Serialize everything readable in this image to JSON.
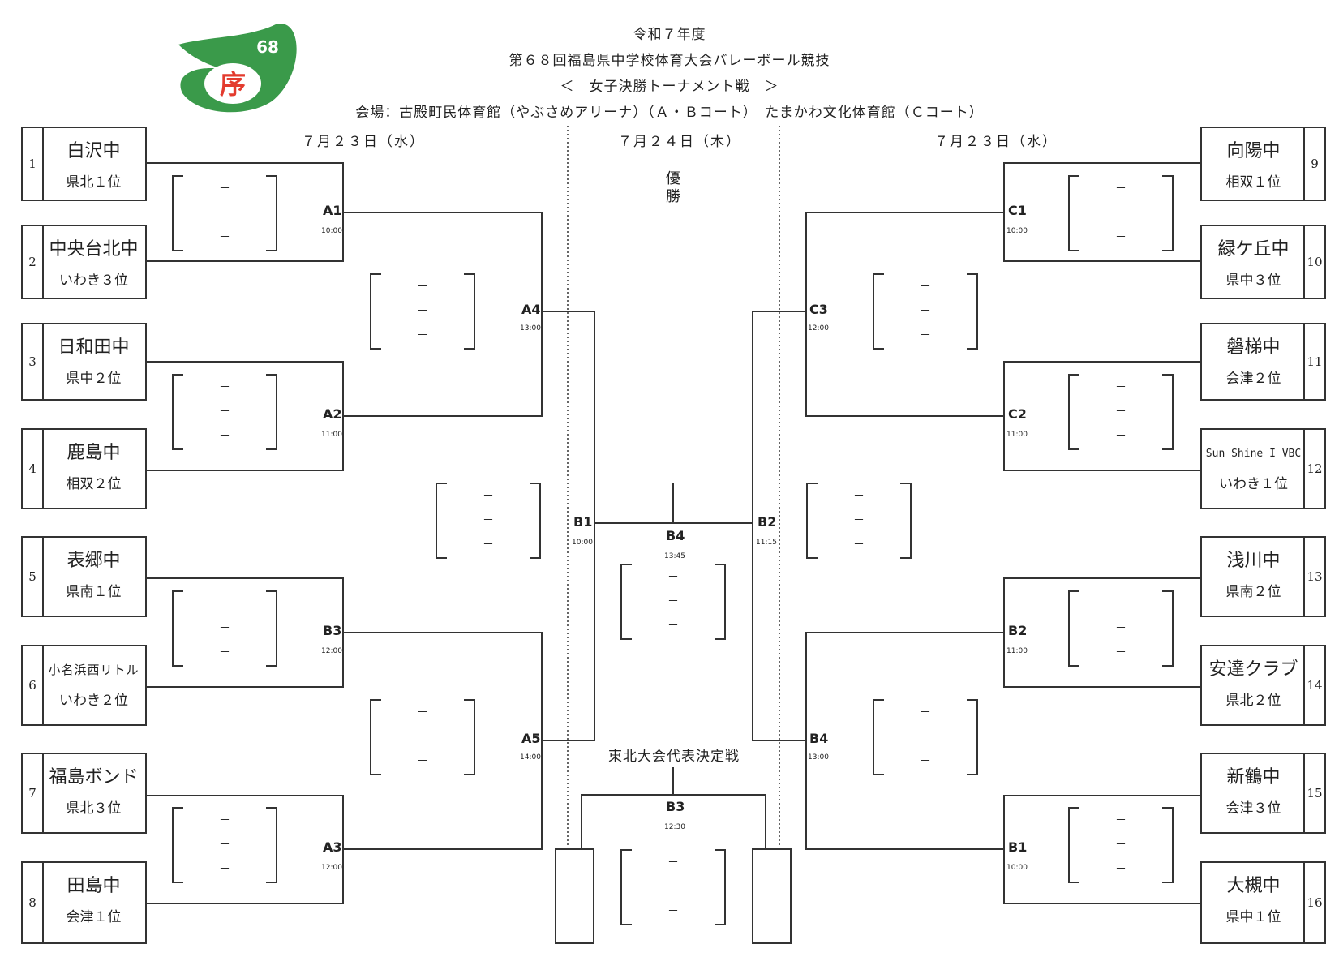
{
  "header": {
    "year": "令和７年度",
    "event": "第６８回福島県中学校体育大会バレーボール競技",
    "subtitle": "＜　女子決勝トーナメント戦　＞",
    "venue": "会場：古殿町民体育館（やぶさめアリーナ）（Ａ・Ｂコート）　たまかわ文化体育館（Ｃコート）"
  },
  "logo": {
    "number": "68",
    "symbol": "序",
    "colors": {
      "green": "#3a9a4a",
      "red": "#e33b2e"
    }
  },
  "dates": {
    "left": "７月２３日（水）",
    "center": "７月２４日（木）",
    "right": "７月２３日（水）"
  },
  "champion_label": "優\n勝",
  "third_label": "東北大会代表決定戦",
  "score_dash": "－",
  "teams_left": [
    {
      "num": "1",
      "name": "白沢中",
      "region": "県北１位"
    },
    {
      "num": "2",
      "name": "中央台北中",
      "region": "いわき３位"
    },
    {
      "num": "3",
      "name": "日和田中",
      "region": "県中２位"
    },
    {
      "num": "4",
      "name": "鹿島中",
      "region": "相双２位"
    },
    {
      "num": "5",
      "name": "表郷中",
      "region": "県南１位"
    },
    {
      "num": "6",
      "name": "小名浜西リトル",
      "region": "いわき２位"
    },
    {
      "num": "7",
      "name": "福島ボンド",
      "region": "県北３位"
    },
    {
      "num": "8",
      "name": "田島中",
      "region": "会津１位"
    }
  ],
  "teams_right": [
    {
      "num": "9",
      "name": "向陽中",
      "region": "相双１位"
    },
    {
      "num": "10",
      "name": "緑ケ丘中",
      "region": "県中３位"
    },
    {
      "num": "11",
      "name": "磐梯中",
      "region": "会津２位"
    },
    {
      "num": "12",
      "name": "Sun Shine I VBC",
      "region": "いわき１位"
    },
    {
      "num": "13",
      "name": "浅川中",
      "region": "県南２位"
    },
    {
      "num": "14",
      "name": "安達クラブ",
      "region": "県北２位"
    },
    {
      "num": "15",
      "name": "新鶴中",
      "region": "会津３位"
    },
    {
      "num": "16",
      "name": "大槻中",
      "region": "県中１位"
    }
  ],
  "matches": {
    "A1": {
      "id": "A1",
      "time": "10:00"
    },
    "A2": {
      "id": "A2",
      "time": "11:00"
    },
    "A3": {
      "id": "A3",
      "time": "12:00"
    },
    "A4": {
      "id": "A4",
      "time": "13:00"
    },
    "A5": {
      "id": "A5",
      "time": "14:00"
    },
    "B3L": {
      "id": "B3",
      "time": "12:00"
    },
    "C1": {
      "id": "C1",
      "time": "10:00"
    },
    "C2": {
      "id": "C2",
      "time": "11:00"
    },
    "C3": {
      "id": "C3",
      "time": "12:00"
    },
    "B2R": {
      "id": "B2",
      "time": "11:00"
    },
    "B1R": {
      "id": "B1",
      "time": "10:00"
    },
    "B4R": {
      "id": "B4",
      "time": "13:00"
    },
    "B1F": {
      "id": "B1",
      "time": "10:00"
    },
    "B2F": {
      "id": "B2",
      "time": "11:15"
    },
    "B4F": {
      "id": "B4",
      "time": "13:45"
    },
    "B3F": {
      "id": "B3",
      "time": "12:30"
    }
  }
}
